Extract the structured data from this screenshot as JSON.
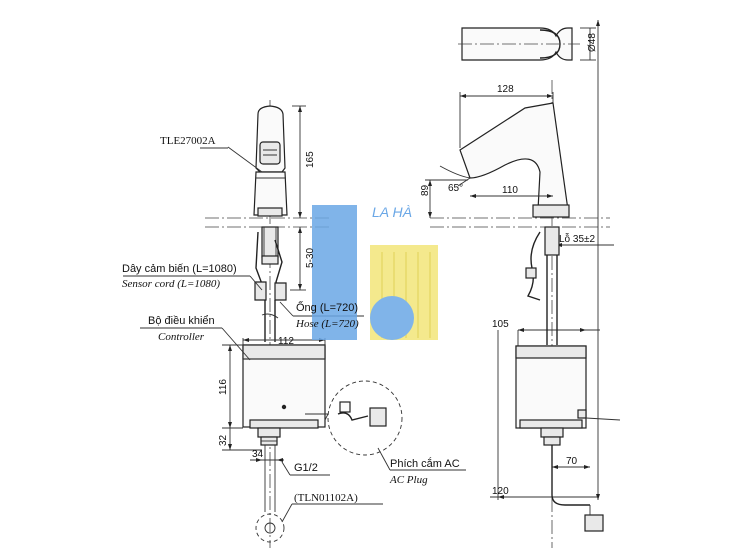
{
  "labels": {
    "model": "TLE27002A",
    "sensor_cord_vi": "Dây cảm biến (L=1080)",
    "sensor_cord_en": "Sensor cord (L=1080)",
    "hose_vi": "Ống (L=720)",
    "hose_en": "Hose (L=720)",
    "controller_vi": "Bộ điều khiển",
    "controller_en": "Controller",
    "ac_plug_vi": "Phích cắm AC",
    "ac_plug_en": "AC Plug",
    "connector_model": "(TLN01102A)",
    "thread": "G1/2",
    "hole": "Lỗ 35±2"
  },
  "dimensions": {
    "d165": "165",
    "d5_30": "5-30",
    "d112": "112",
    "d116": "116",
    "d32": "32",
    "d34": "34",
    "d128": "128",
    "d110": "110",
    "d89": "89",
    "angle65": "65°",
    "d48": "Ø48",
    "d105": "105",
    "d70": "70",
    "d120": "120"
  },
  "watermark": {
    "text": "LA HÀ",
    "colors": {
      "blue": "#6aa7e6",
      "yellow": "#f3e67a"
    }
  }
}
